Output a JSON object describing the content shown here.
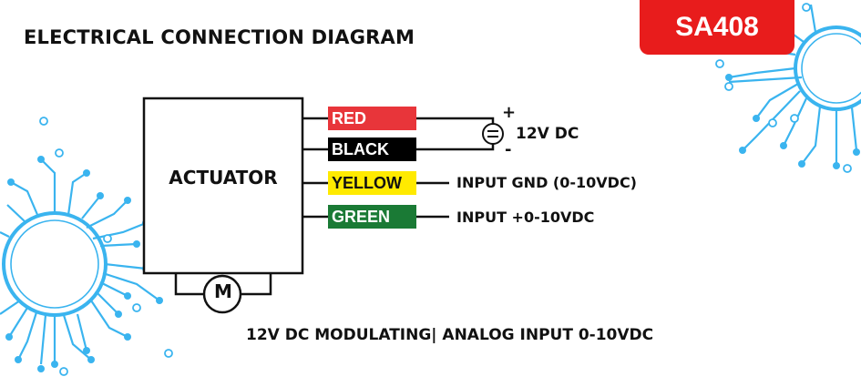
{
  "title": "ELECTRICAL CONNECTION DIAGRAM",
  "model_badge": "SA408",
  "actuator_label": "ACTUATOR",
  "motor_label": "M",
  "wires": [
    {
      "label": "RED",
      "color": "#e8353a",
      "text_color": "#ffffff"
    },
    {
      "label": "BLACK",
      "color": "#000000",
      "text_color": "#ffffff"
    },
    {
      "label": "YELLOW",
      "color": "#ffea00",
      "text_color": "#111111"
    },
    {
      "label": "GREEN",
      "color": "#1a7a35",
      "text_color": "#ffffff"
    }
  ],
  "power": {
    "plus": "+",
    "minus": "-",
    "label": "12V DC"
  },
  "signals": {
    "yellow": "INPUT GND (0-10VDC)",
    "green": "INPUT +0-10VDC"
  },
  "footer": "12V DC MODULATING| ANALOG INPUT 0-10VDC",
  "colors": {
    "badge": "#e81c1c",
    "circuit": "#3ab4ef"
  }
}
